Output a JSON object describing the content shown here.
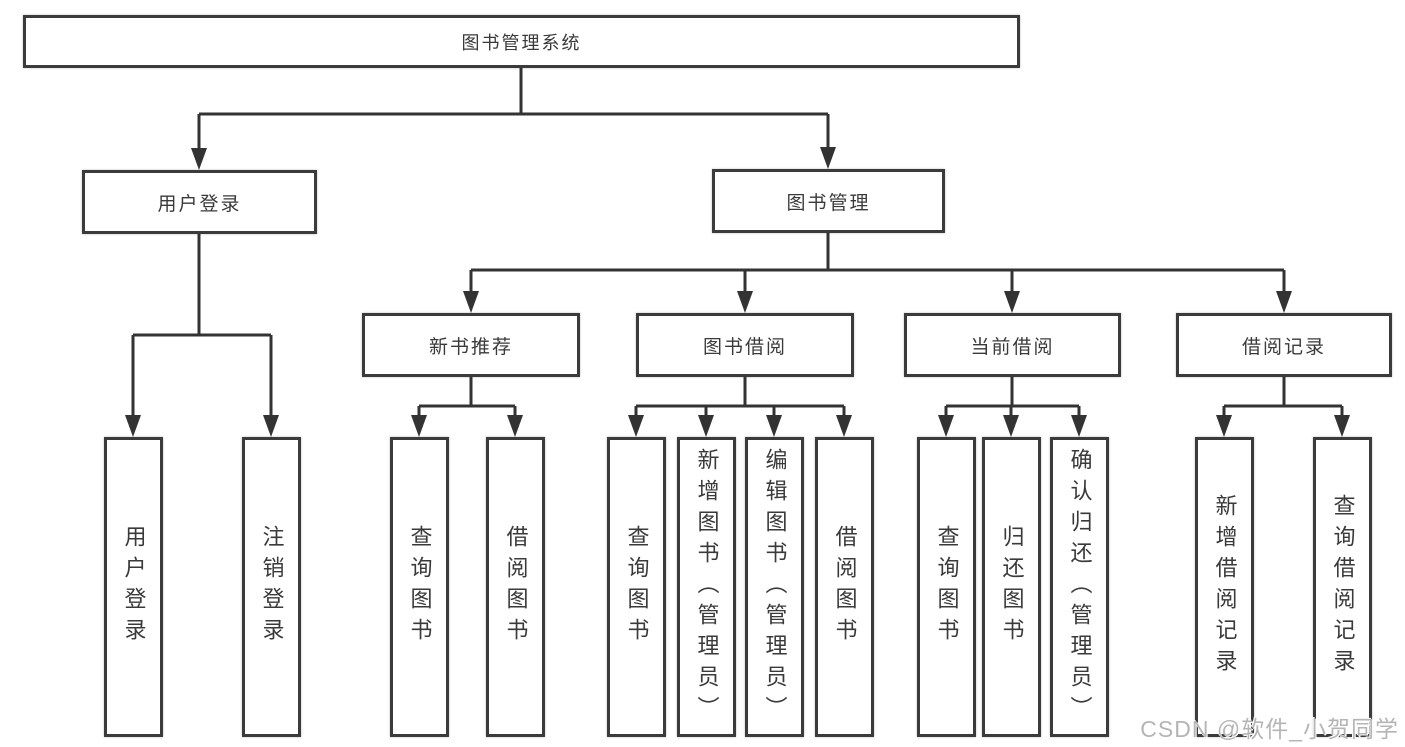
{
  "colors": {
    "background": "#ffffff",
    "box_border": "#3b3b3b",
    "box_fill": "#ffffff",
    "text": "#3a3a3a",
    "connector": "#333333",
    "watermark_text": "#b5b5b5"
  },
  "watermark": "CSDN @软件_小贺同学",
  "tree": {
    "root": "图书管理系统",
    "children": [
      {
        "label": "用户登录",
        "children": [
          "用户登录",
          "注销登录"
        ]
      },
      {
        "label": "图书管理",
        "children": [
          {
            "label": "新书推荐",
            "children": [
              "查询图书",
              "借阅图书"
            ]
          },
          {
            "label": "图书借阅",
            "children": [
              "查询图书",
              "新增图书（管理员）",
              "编辑图书（管理员）",
              "借阅图书"
            ]
          },
          {
            "label": "当前借阅",
            "children": [
              "查询图书",
              "归还图书",
              "确认归还（管理员）"
            ]
          },
          {
            "label": "借阅记录",
            "children": [
              "新增借阅记录",
              "查询借阅记录"
            ]
          }
        ]
      }
    ]
  }
}
